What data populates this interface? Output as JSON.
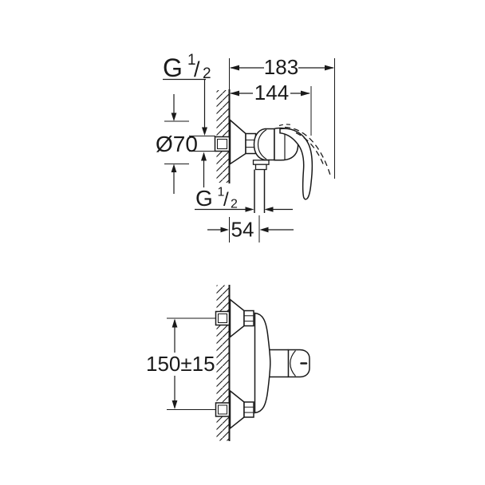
{
  "diagram": {
    "background": "#ffffff",
    "line_color": "#1a1a1a",
    "side_view": {
      "thread_top": {
        "g": "G",
        "num": "1",
        "slash": "/",
        "den": "2"
      },
      "thread_bottom": {
        "g": "G",
        "num": "1",
        "slash": "/",
        "den": "2"
      },
      "depth_total": "183",
      "depth_to_handle": "144",
      "escutcheon_diameter": "Ø70",
      "outlet_to_wall": "54"
    },
    "plan_view": {
      "connection_distance": "150±15"
    }
  }
}
